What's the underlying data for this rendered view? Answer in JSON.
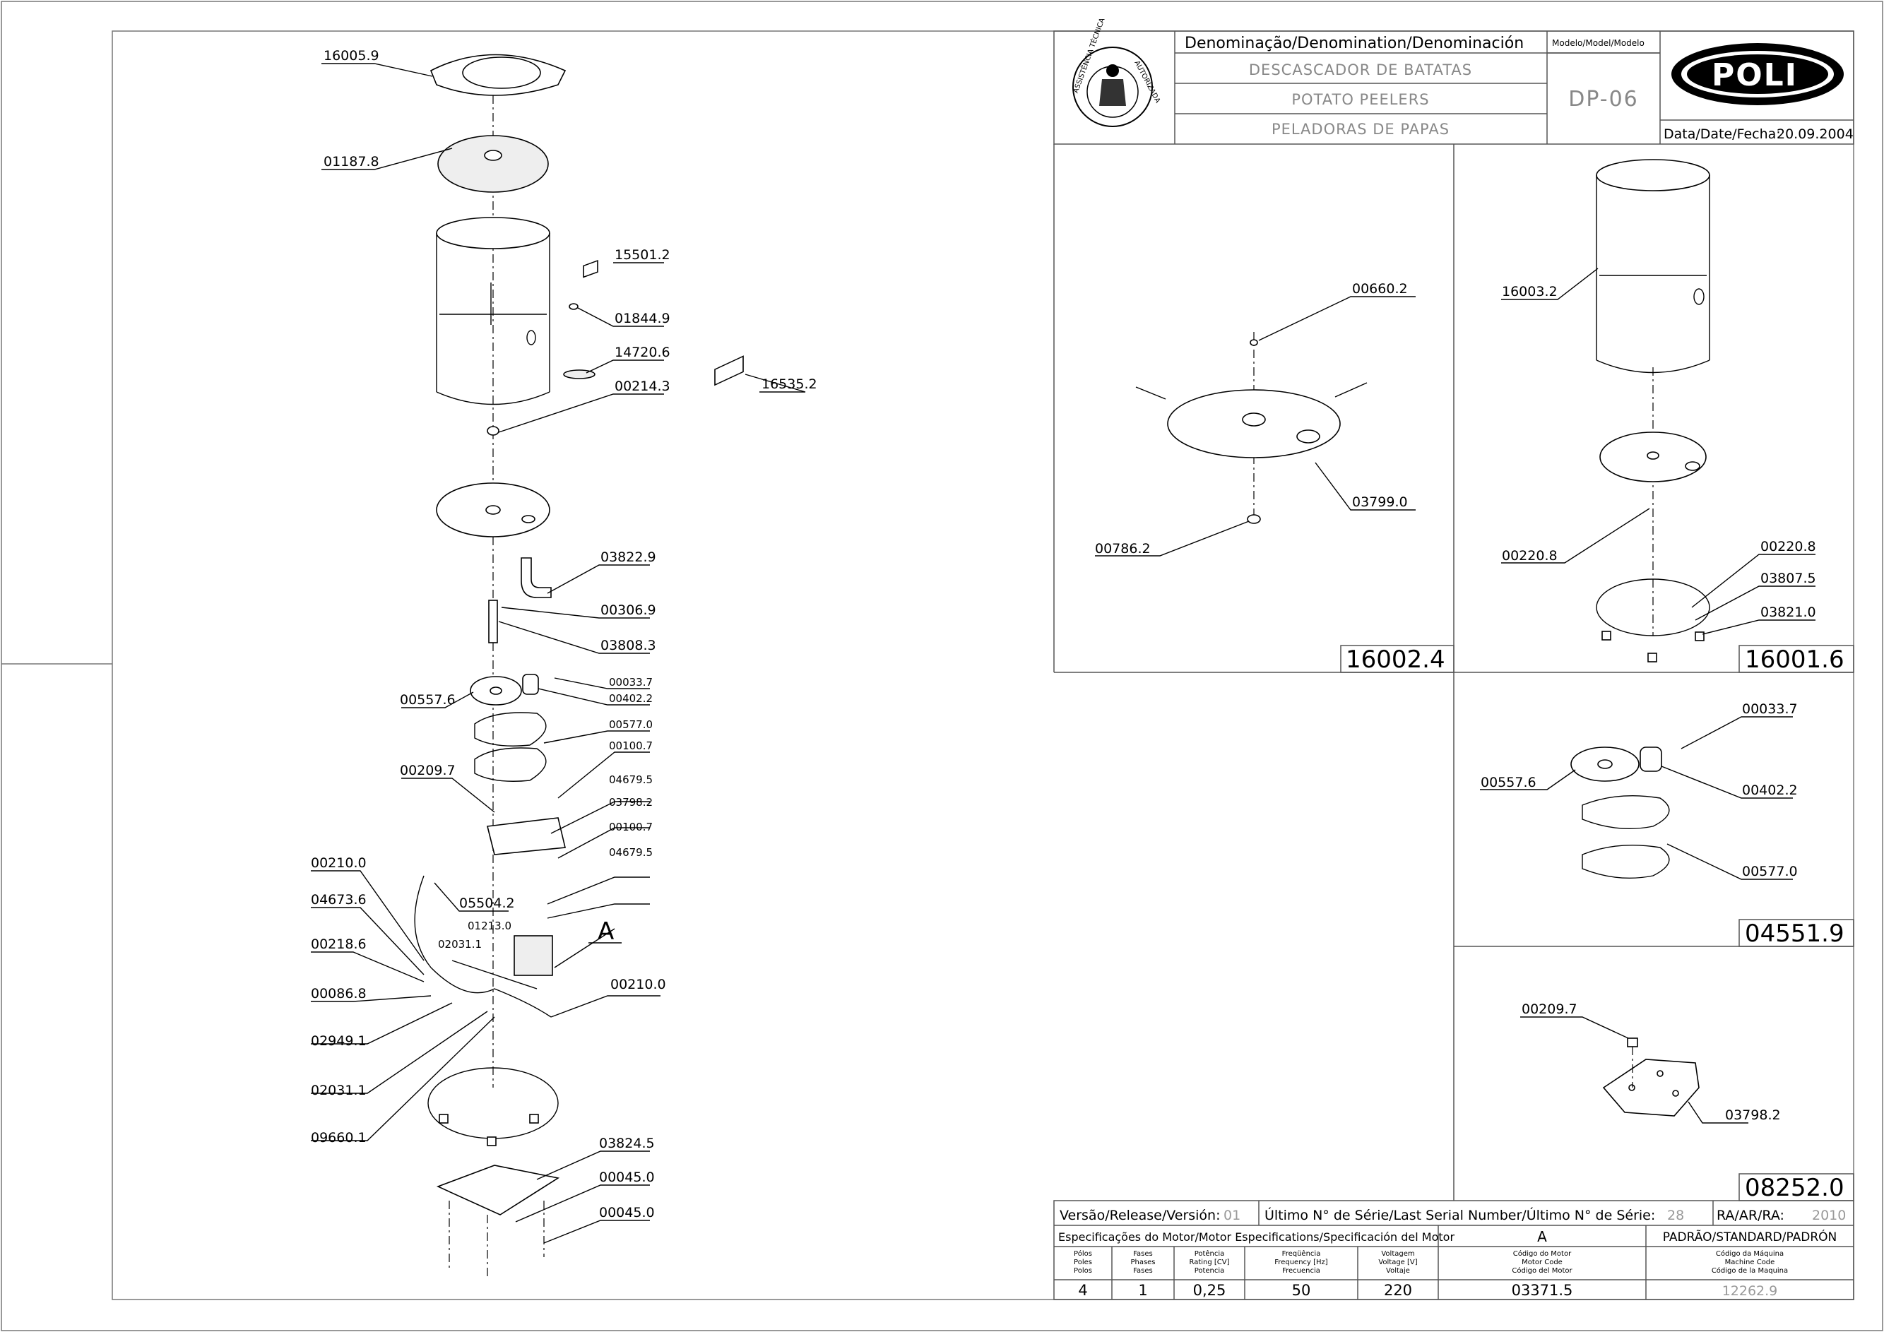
{
  "main_labels": [
    {
      "text": "16005.9"
    },
    {
      "text": "01187.8"
    },
    {
      "text": "15501.2"
    },
    {
      "text": "01844.9"
    },
    {
      "text": "14720.6"
    },
    {
      "text": "00214.3"
    },
    {
      "text": "16535.2"
    },
    {
      "text": "03822.9"
    },
    {
      "text": "00306.9"
    },
    {
      "text": "03808.3"
    },
    {
      "text": "00557.6"
    },
    {
      "text": "00033.7"
    },
    {
      "text": "00402.2"
    },
    {
      "text": "00577.0"
    },
    {
      "text": "00209.7"
    },
    {
      "text": "00100.7"
    },
    {
      "text": "04679.5"
    },
    {
      "text": "03798.2"
    },
    {
      "text": "00100.7"
    },
    {
      "text": "04679.5"
    },
    {
      "text": "00210.0"
    },
    {
      "text": "04673.6"
    },
    {
      "text": "05504.2"
    },
    {
      "text": "01213.0"
    },
    {
      "text": "02031.1"
    },
    {
      "text": "00218.6"
    },
    {
      "text": "00086.8"
    },
    {
      "text": "02949.1"
    },
    {
      "text": "00210.0"
    },
    {
      "text": "02031.1"
    },
    {
      "text": "09660.1"
    },
    {
      "text": "03824.5"
    },
    {
      "text": "00045.0"
    },
    {
      "text": "00045.0"
    }
  ],
  "assembly_letter": "A",
  "detail_16002": {
    "box": "16002.4",
    "labels": [
      "00660.2",
      "03799.0",
      "00786.2"
    ]
  },
  "detail_16001": {
    "box": "16001.6",
    "labels": [
      "16003.2",
      "00220.8",
      "00220.8",
      "03807.5",
      "03821.0"
    ]
  },
  "detail_04551": {
    "box": "04551.9",
    "labels": [
      "00033.7",
      "00557.6",
      "00402.2",
      "00577.0"
    ]
  },
  "detail_08252": {
    "box": "08252.0",
    "labels": [
      "00209.7",
      "03798.2"
    ]
  },
  "title_block": {
    "denomination_header": "Denominação/Denomination/Denominación",
    "model_header": "Modelo/Model/Modelo",
    "name_pt": "DESCASCADOR DE BATATAS",
    "name_en": "POTATO PEELERS",
    "name_es": "PELADORAS DE PAPAS",
    "model": "DP-06",
    "brand": "POLI",
    "date_label": "Data/Date/Fecha:",
    "date": "20.09.2004",
    "logo_text_left": "ASSISTÊNCIA TÉCNICA",
    "logo_text_right": "AUTORIZADA"
  },
  "bottom_block": {
    "version_label": "Versão/Release/Versión:",
    "version": "01",
    "serial_label": "Último N° de Série/Last Serial Number/Último N° de Série:",
    "serial": "28",
    "ra_label": "RA/AR/RA:",
    "ra": "2010",
    "motor_spec_label": "Especificações do Motor/Motor Especifications/Specificación del Motor",
    "assembly": "A",
    "standard": "PADRÃO/STANDARD/PADRÓN",
    "col_poles": [
      "Pólos",
      "Poles",
      "Polos"
    ],
    "col_phases": [
      "Fases",
      "Phases",
      "Fases"
    ],
    "col_power": [
      "Potência",
      "Rating [CV]",
      "Potencia"
    ],
    "col_freq": [
      "Freqüência",
      "Frequency [Hz]",
      "Frecuencia"
    ],
    "col_volt": [
      "Voltagem",
      "Voltage [V]",
      "Voltaje"
    ],
    "col_motor_code": [
      "Código do Motor",
      "Motor Code",
      "Código del Motor"
    ],
    "col_machine_code": [
      "Código da Máquina",
      "Machine Code",
      "Código de la Maquina"
    ],
    "poles": "4",
    "phases": "1",
    "power": "0,25",
    "frequency": "50",
    "voltage": "220",
    "motor_code": "03371.5",
    "machine_code": "12262.9"
  }
}
